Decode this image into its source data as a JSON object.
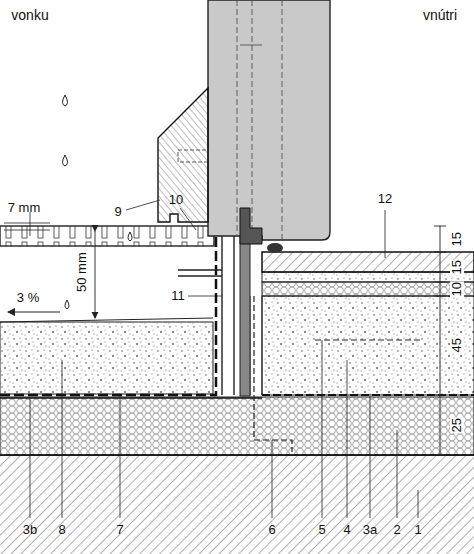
{
  "diagram": {
    "labels": [
      "vonku",
      "vnútri",
      "7 mm",
      "9",
      "10",
      "50 mm",
      "3 %",
      "11",
      "12",
      "15",
      "15",
      "10",
      "45",
      "25",
      "3b",
      "8",
      "7",
      "6",
      "5",
      "4",
      "3a",
      "2",
      "1"
    ]
  }
}
